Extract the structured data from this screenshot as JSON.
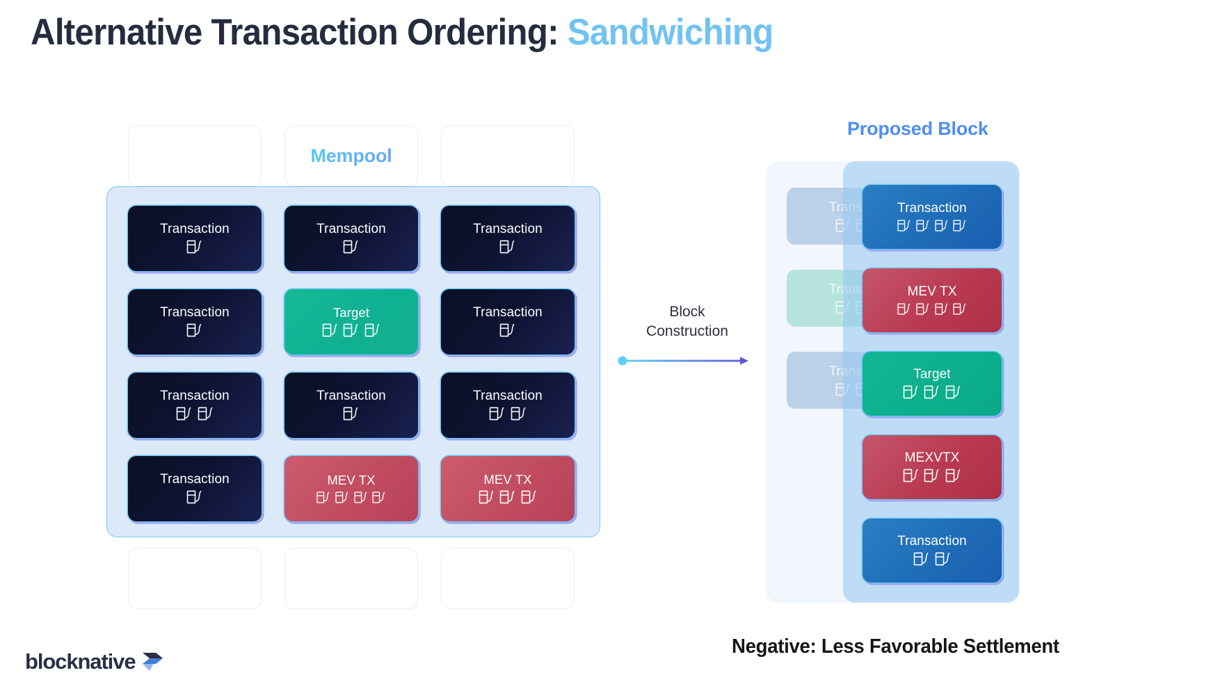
{
  "title": {
    "main": "Alternative Transaction Ordering: ",
    "accent": "Sandwiching"
  },
  "accent_colors": {
    "title_accent": "#71c3f2",
    "mempool_label": "#5cb6f3",
    "proposed_block_label": "#4f8ef2",
    "dark_card": "#0c1026",
    "target_green": "#12b08f",
    "mev_red": "#c14c5f",
    "block_blue": "#1f6cb8",
    "panel_blue": "#dce9f9",
    "panel_border": "#7cc4f0"
  },
  "mempool": {
    "header_boxes": [
      "",
      "Mempool",
      ""
    ],
    "footer_boxes": [
      "",
      "",
      ""
    ],
    "cards": [
      {
        "label": "Transaction",
        "kind": "dark",
        "pumps": 1
      },
      {
        "label": "Transaction",
        "kind": "dark",
        "pumps": 1
      },
      {
        "label": "Transaction",
        "kind": "dark",
        "pumps": 1
      },
      {
        "label": "Transaction",
        "kind": "dark",
        "pumps": 1
      },
      {
        "label": "Target",
        "kind": "target",
        "pumps": 3
      },
      {
        "label": "Transaction",
        "kind": "dark",
        "pumps": 1
      },
      {
        "label": "Transaction",
        "kind": "dark",
        "pumps": 2
      },
      {
        "label": "Transaction",
        "kind": "dark",
        "pumps": 1
      },
      {
        "label": "Transaction",
        "kind": "dark",
        "pumps": 2
      },
      {
        "label": "Transaction",
        "kind": "dark",
        "pumps": 1
      },
      {
        "label": "MEV TX",
        "kind": "mev",
        "pumps": 4
      },
      {
        "label": "MEV TX",
        "kind": "mev",
        "pumps": 3
      }
    ]
  },
  "block_construction": {
    "line1": "Block",
    "line2": "Construction"
  },
  "proposed_block": {
    "title": "Proposed Block",
    "ghost_cards": [
      {
        "label": "Transaction",
        "kind": "blue",
        "pumps": 3
      },
      {
        "label": "Transaction",
        "kind": "teal",
        "pumps": 3
      },
      {
        "label": "Transaction",
        "kind": "blue",
        "pumps": 3
      }
    ],
    "cards": [
      {
        "label": "Transaction",
        "kind": "blue",
        "pumps": 4
      },
      {
        "label": "MEV TX",
        "kind": "red",
        "pumps": 4
      },
      {
        "label": "Target",
        "kind": "green",
        "pumps": 3
      },
      {
        "label": "MEXVTX",
        "kind": "red",
        "pumps": 3
      },
      {
        "label": "Transaction",
        "kind": "blue",
        "pumps": 2
      }
    ]
  },
  "footer": {
    "note": "Negative: Less Favorable Settlement",
    "logo_text": "blocknative"
  }
}
